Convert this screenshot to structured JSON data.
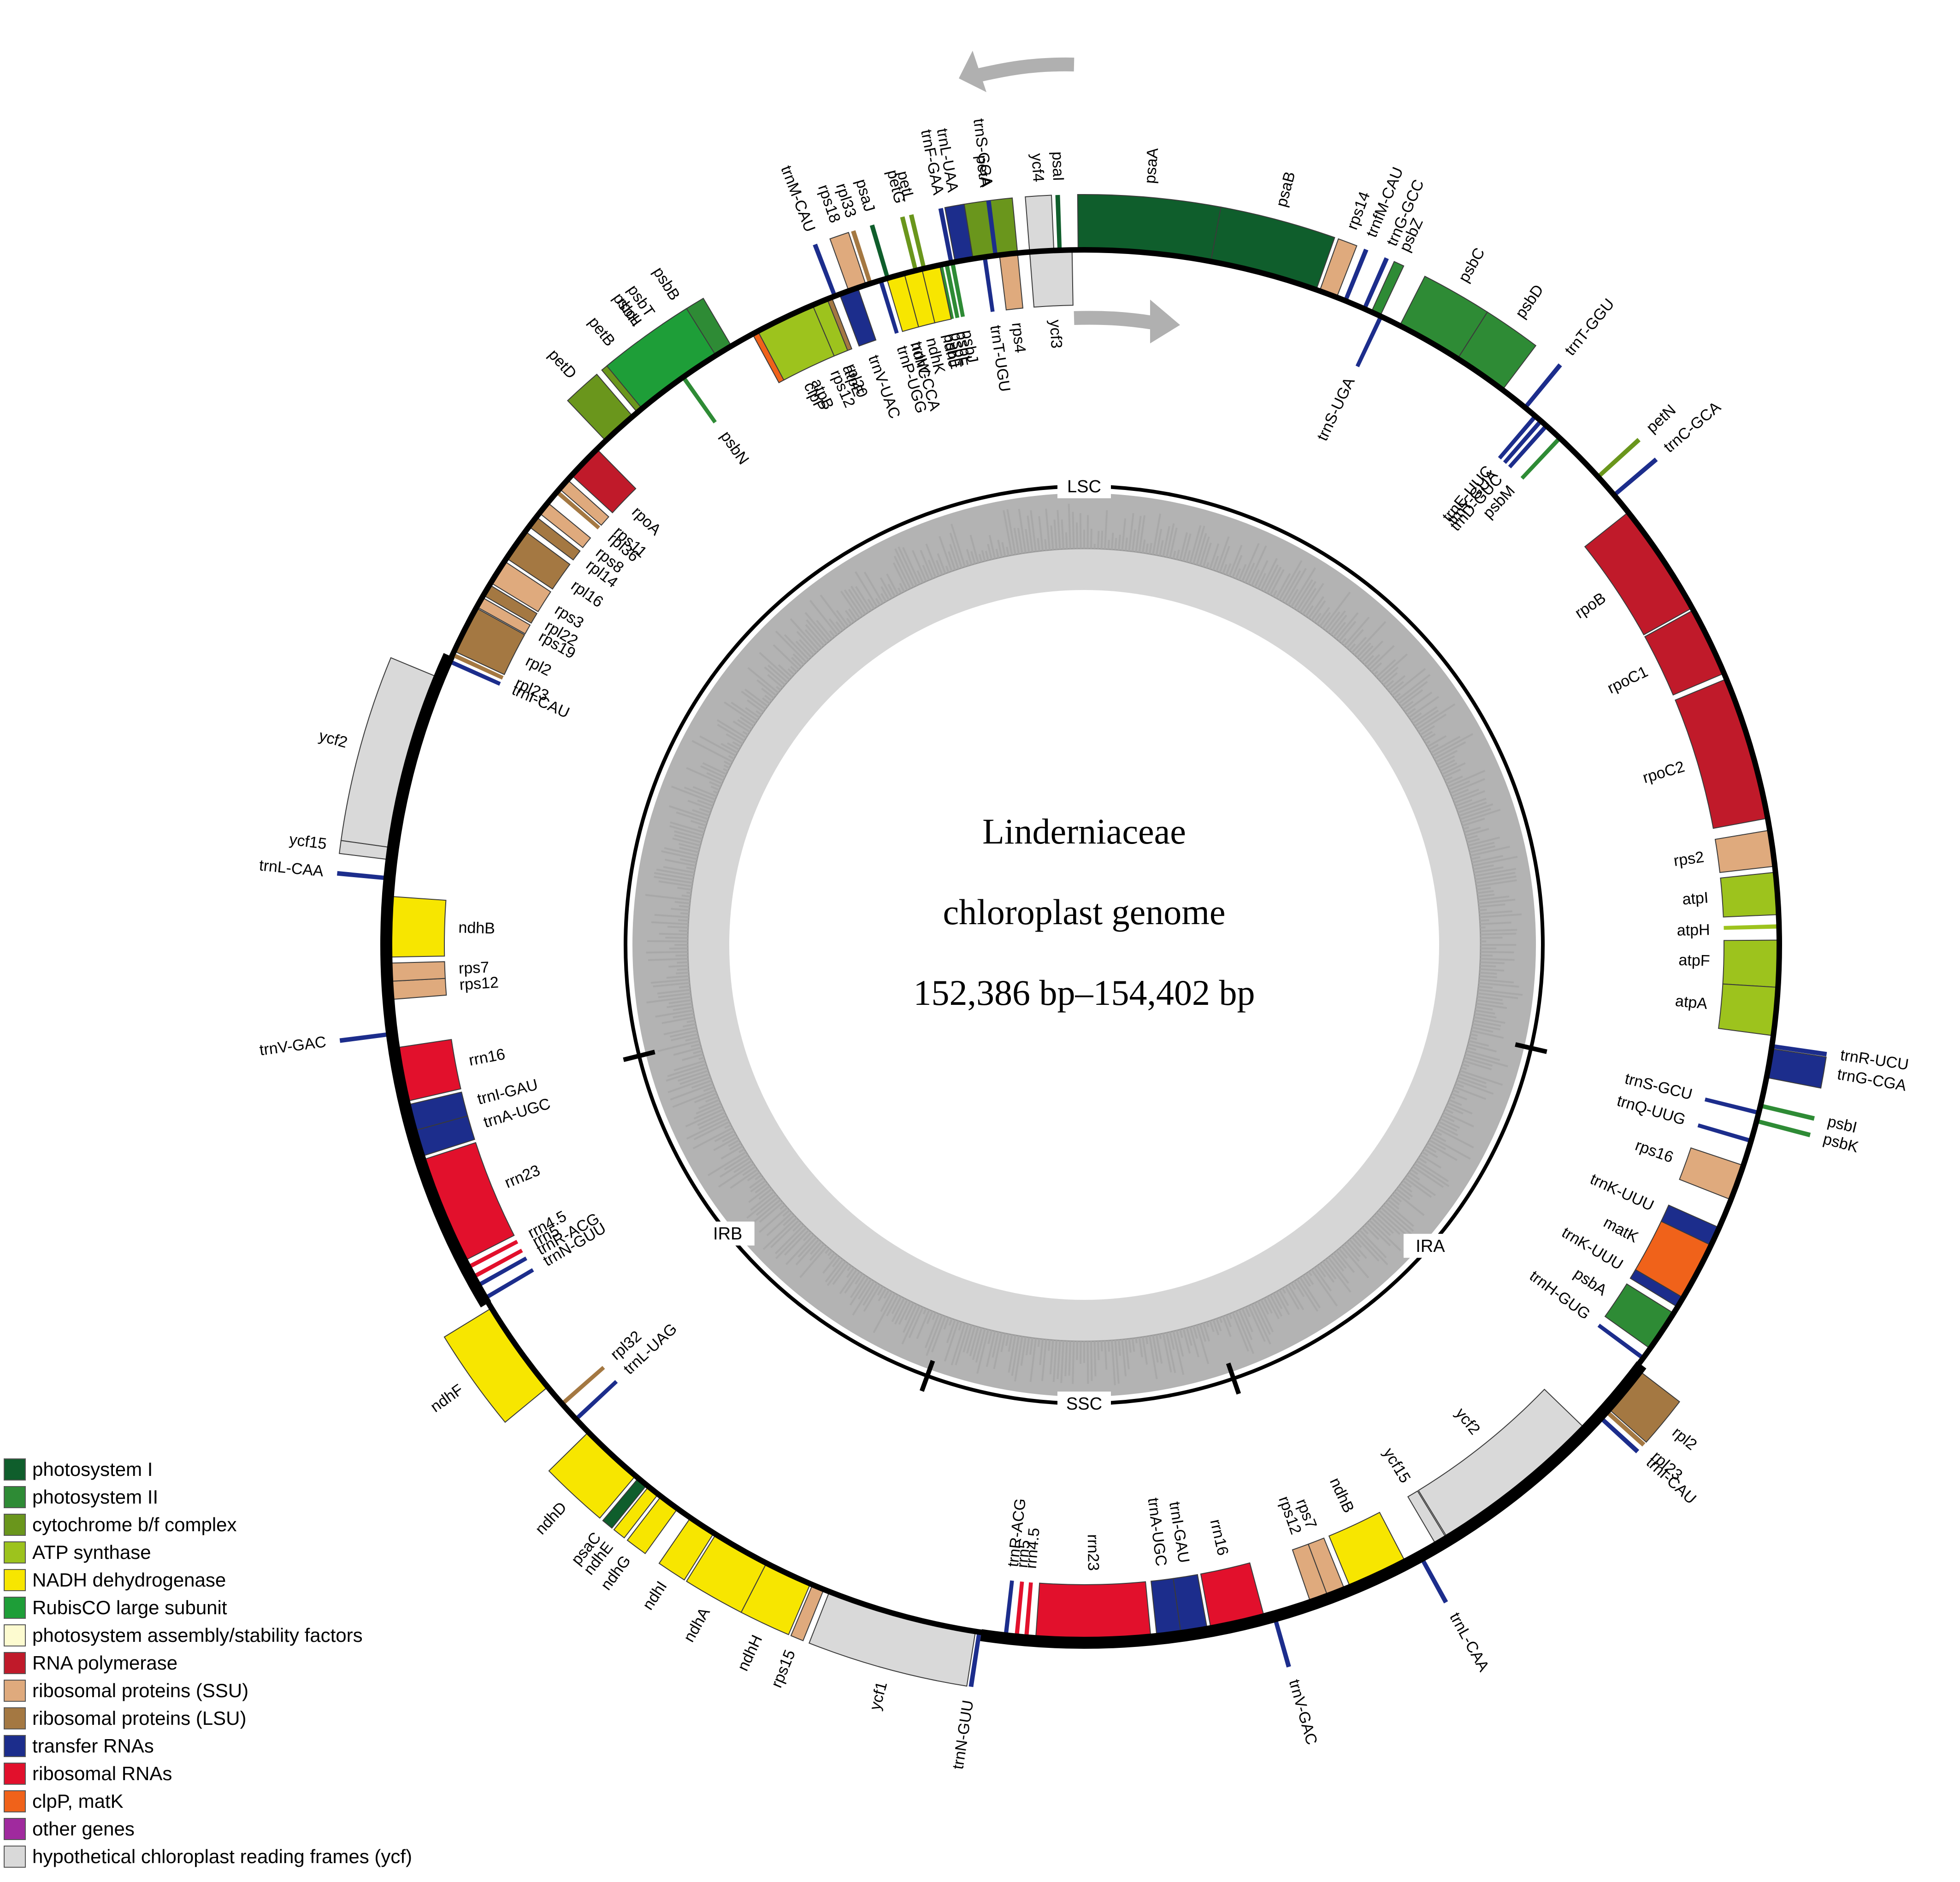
{
  "title": {
    "line1": "Linderniaceae",
    "line2": "chloroplast genome",
    "line3": "152,386 bp–154,402 bp"
  },
  "regions": {
    "lsc": "LSC",
    "ira": "IRA",
    "ssc": "SSC",
    "irb": "IRB"
  },
  "categories": [
    {
      "key": "ps1",
      "label": "photosystem I",
      "color": "#0f5e2c"
    },
    {
      "key": "ps2",
      "label": "photosystem II",
      "color": "#2e8b35"
    },
    {
      "key": "cyt",
      "label": "cytochrome b/f complex",
      "color": "#6a961c"
    },
    {
      "key": "atp",
      "label": "ATP synthase",
      "color": "#9dc31d"
    },
    {
      "key": "ndh",
      "label": "NADH dehydrogenase",
      "color": "#f7e600"
    },
    {
      "key": "rbc",
      "label": "RubisCO large subunit",
      "color": "#1e9e38"
    },
    {
      "key": "asm",
      "label": "photosystem assembly/stability factors",
      "color": "#fdfbd0"
    },
    {
      "key": "rpo",
      "label": "RNA polymerase",
      "color": "#c01a2a"
    },
    {
      "key": "ssu",
      "label": "ribosomal proteins (SSU)",
      "color": "#dfaa7d"
    },
    {
      "key": "lsu",
      "label": "ribosomal proteins (LSU)",
      "color": "#a47842"
    },
    {
      "key": "trna",
      "label": "transfer RNAs",
      "color": "#1c2d8c"
    },
    {
      "key": "rrna",
      "label": "ribosomal RNAs",
      "color": "#e2102c"
    },
    {
      "key": "clp",
      "label": "clpP, matK",
      "color": "#f0621a"
    },
    {
      "key": "other",
      "label": "other genes",
      "color": "#a02a9e"
    },
    {
      "key": "ycf",
      "label": "hypothetical chloroplast reading frames (ycf)",
      "color": "#d9d9d9"
    }
  ],
  "genes": [
    {
      "name": "psaA",
      "cat": "ps1",
      "side": "out",
      "a1": 359.5,
      "a2": 10.5
    },
    {
      "name": "psaB",
      "cat": "ps1",
      "side": "out",
      "a1": 10.5,
      "a2": 19.5
    },
    {
      "name": "rps14",
      "cat": "ssu",
      "side": "out",
      "a1": 19.8,
      "a2": 21.3
    },
    {
      "name": "trnfM-CAU",
      "cat": "trna",
      "side": "out",
      "a1": 21.9,
      "a2": 22.3
    },
    {
      "name": "trnG-GCC",
      "cat": "trna",
      "side": "out",
      "a1": 23.6,
      "a2": 23.9
    },
    {
      "name": "psbZ",
      "cat": "ps2",
      "side": "out",
      "a1": 24.4,
      "a2": 25.2
    },
    {
      "name": "trnS-UGA",
      "cat": "trna",
      "side": "in",
      "a1": 25.1,
      "a2": 25.4
    },
    {
      "name": "psbC",
      "cat": "ps2",
      "side": "out",
      "a1": 27.0,
      "a2": 32.5
    },
    {
      "name": "psbD",
      "cat": "ps2",
      "side": "out",
      "a1": 32.5,
      "a2": 37.0
    },
    {
      "name": "trnT-GGU",
      "cat": "trna",
      "side": "out",
      "a1": 39.2,
      "a2": 39.5
    },
    {
      "name": "trnE-UUC",
      "cat": "trna",
      "side": "in",
      "a1": 40.3,
      "a2": 40.6
    },
    {
      "name": "trnY-GUA",
      "cat": "trna",
      "side": "in",
      "a1": 40.9,
      "a2": 41.2
    },
    {
      "name": "trnD-GUC",
      "cat": "trna",
      "side": "in",
      "a1": 41.5,
      "a2": 41.8
    },
    {
      "name": "psbM",
      "cat": "ps2",
      "side": "in",
      "a1": 43.0,
      "a2": 43.4
    },
    {
      "name": "petN",
      "cat": "cyt",
      "side": "out",
      "a1": 47.5,
      "a2": 47.9
    },
    {
      "name": "trnC-GCA",
      "cat": "trna",
      "side": "out",
      "a1": 49.5,
      "a2": 49.8
    },
    {
      "name": "rpoB",
      "cat": "rpo",
      "side": "in",
      "a1": 51.5,
      "a2": 61.0
    },
    {
      "name": "rpoC1",
      "cat": "rpo",
      "side": "in",
      "a1": 61.2,
      "a2": 67.0
    },
    {
      "name": "rpoC2",
      "cat": "rpo",
      "side": "in",
      "a1": 67.5,
      "a2": 79.5
    },
    {
      "name": "rps2",
      "cat": "ssu",
      "side": "in",
      "a1": 80.5,
      "a2": 83.5
    },
    {
      "name": "atpI",
      "cat": "atp",
      "side": "in",
      "a1": 84.0,
      "a2": 87.5
    },
    {
      "name": "atpH",
      "cat": "atp",
      "side": "in",
      "a1": 88.3,
      "a2": 89.1
    },
    {
      "name": "atpF",
      "cat": "atp",
      "side": "in",
      "a1": 89.6,
      "a2": 93.5
    },
    {
      "name": "atpA",
      "cat": "atp",
      "side": "in",
      "a1": 93.5,
      "a2": 97.5
    },
    {
      "name": "trnR-UCU",
      "cat": "trna",
      "side": "out",
      "a1": 98.2,
      "a2": 98.5
    },
    {
      "name": "trnG-CGA",
      "cat": "trna",
      "side": "out",
      "a1": 98.6,
      "a2": 101.0
    },
    {
      "name": "psbI",
      "cat": "ps2",
      "side": "out",
      "a1": 103.2,
      "a2": 103.6
    },
    {
      "name": "trnS-GCU",
      "cat": "trna",
      "side": "in",
      "a1": 103.8,
      "a2": 104.1
    },
    {
      "name": "psbK",
      "cat": "ps2",
      "side": "out",
      "a1": 104.5,
      "a2": 105.0
    },
    {
      "name": "trnQ-UUG",
      "cat": "trna",
      "side": "in",
      "a1": 106.2,
      "a2": 106.5
    },
    {
      "name": "rps16",
      "cat": "ssu",
      "side": "in",
      "a1": 108.5,
      "a2": 111.5
    },
    {
      "name": "trnK-UUU",
      "cat": "trna",
      "side": "in",
      "a1": 114.0,
      "a2": 115.6
    },
    {
      "name": "matK",
      "cat": "clp",
      "side": "in",
      "a1": 115.6,
      "a2": 120.5
    },
    {
      "name": "trnK-UUU",
      "cat": "trna",
      "side": "in",
      "a1": 120.5,
      "a2": 121.4
    },
    {
      "name": "psbA",
      "cat": "ps2",
      "side": "in",
      "a1": 122.0,
      "a2": 125.5
    },
    {
      "name": "trnH-GUG",
      "cat": "trna",
      "side": "in",
      "a1": 126.3,
      "a2": 126.6
    },
    {
      "name": "rpl2",
      "cat": "lsu",
      "side": "out",
      "a1": 127.5,
      "a2": 131.5
    },
    {
      "name": "rpl23",
      "cat": "lsu",
      "side": "out",
      "a1": 131.6,
      "a2": 132.1
    },
    {
      "name": "trnI-CAU",
      "cat": "trna",
      "side": "out",
      "a1": 132.3,
      "a2": 132.6
    },
    {
      "name": "ycf2",
      "cat": "ycf",
      "side": "in",
      "a1": 134.0,
      "a2": 148.5
    },
    {
      "name": "ycf15",
      "cat": "ycf",
      "side": "in",
      "a1": 148.6,
      "a2": 149.6
    },
    {
      "name": "trnL-CAA",
      "cat": "trna",
      "side": "out",
      "a1": 151.0,
      "a2": 151.3
    },
    {
      "name": "ndhB",
      "cat": "ndh",
      "side": "in",
      "a1": 152.5,
      "a2": 157.5
    },
    {
      "name": "rps7",
      "cat": "ssu",
      "side": "in",
      "a1": 158.0,
      "a2": 159.5
    },
    {
      "name": "rps12",
      "cat": "ssu",
      "side": "in",
      "a1": 159.5,
      "a2": 161.0
    },
    {
      "name": "trnV-GAC",
      "cat": "trna",
      "side": "out",
      "a1": 164.0,
      "a2": 164.3
    },
    {
      "name": "rrn16",
      "cat": "rrna",
      "side": "in",
      "a1": 165.0,
      "a2": 169.5
    },
    {
      "name": "trnI-GAU",
      "cat": "trna",
      "side": "in",
      "a1": 169.8,
      "a2": 172.0
    },
    {
      "name": "trnA-UGC",
      "cat": "trna",
      "side": "in",
      "a1": 172.0,
      "a2": 174.0
    },
    {
      "name": "rrn23",
      "cat": "rrna",
      "side": "in",
      "a1": 174.5,
      "a2": 184.0
    },
    {
      "name": "rrn4.5",
      "cat": "rrna",
      "side": "in",
      "a1": 184.6,
      "a2": 185.0
    },
    {
      "name": "rrn5",
      "cat": "rrna",
      "side": "in",
      "a1": 185.4,
      "a2": 185.8
    },
    {
      "name": "trnR-ACG",
      "cat": "trna",
      "side": "in",
      "a1": 186.3,
      "a2": 186.6
    },
    {
      "name": "trnN-GUU",
      "cat": "trna",
      "side": "out",
      "a1": 188.5,
      "a2": 188.8
    },
    {
      "name": "ycf1",
      "cat": "ycf",
      "side": "out",
      "a1": 189.0,
      "a2": 201.5
    },
    {
      "name": "rps15",
      "cat": "ssu",
      "side": "out",
      "a1": 202.0,
      "a2": 203.0
    },
    {
      "name": "ndhH",
      "cat": "ndh",
      "side": "out",
      "a1": 203.2,
      "a2": 207.2
    },
    {
      "name": "ndhA",
      "cat": "ndh",
      "side": "out",
      "a1": 207.2,
      "a2": 212.0
    },
    {
      "name": "ndhI",
      "cat": "ndh",
      "side": "out",
      "a1": 212.2,
      "a2": 214.5
    },
    {
      "name": "ndhG",
      "cat": "ndh",
      "side": "out",
      "a1": 215.8,
      "a2": 217.5
    },
    {
      "name": "ndhE",
      "cat": "ndh",
      "side": "out",
      "a1": 217.8,
      "a2": 218.8
    },
    {
      "name": "psaC",
      "cat": "ps1",
      "side": "out",
      "a1": 219.0,
      "a2": 219.9
    },
    {
      "name": "ndhD",
      "cat": "ndh",
      "side": "out",
      "a1": 220.2,
      "a2": 225.5
    },
    {
      "name": "trnL-UAG",
      "cat": "trna",
      "side": "in",
      "a1": 226.8,
      "a2": 227.1
    },
    {
      "name": "rpl32",
      "cat": "lsu",
      "side": "in",
      "a1": 228.5,
      "a2": 229.0
    },
    {
      "name": "ndhF",
      "cat": "ndh",
      "side": "out",
      "a1": 230.5,
      "a2": 238.5
    },
    {
      "name": "trnN-GUU",
      "cat": "trna",
      "side": "in",
      "a1": 239.3,
      "a2": 239.6
    },
    {
      "name": "trnR-ACG",
      "cat": "trna",
      "side": "in",
      "a1": 240.5,
      "a2": 240.8
    },
    {
      "name": "rrn5",
      "cat": "rrna",
      "side": "in",
      "a1": 241.3,
      "a2": 241.7
    },
    {
      "name": "rrn4.5",
      "cat": "rrna",
      "side": "in",
      "a1": 242.2,
      "a2": 242.6
    },
    {
      "name": "rrn23",
      "cat": "rrna",
      "side": "in",
      "a1": 243.0,
      "a2": 252.0
    },
    {
      "name": "trnA-UGC",
      "cat": "trna",
      "side": "in",
      "a1": 252.3,
      "a2": 254.5
    },
    {
      "name": "trnI-GAU",
      "cat": "trna",
      "side": "in",
      "a1": 254.5,
      "a2": 256.7
    },
    {
      "name": "rrn16",
      "cat": "rrna",
      "side": "in",
      "a1": 257.0,
      "a2": 261.5
    },
    {
      "name": "trnV-GAC",
      "cat": "trna",
      "side": "out",
      "a1": 262.5,
      "a2": 262.8
    },
    {
      "name": "rps12",
      "cat": "ssu",
      "side": "in",
      "a1": 265.5,
      "a2": 267.0
    },
    {
      "name": "rps7",
      "cat": "ssu",
      "side": "in",
      "a1": 267.0,
      "a2": 268.5
    },
    {
      "name": "ndhB",
      "cat": "ndh",
      "side": "in",
      "a1": 269.0,
      "a2": 274.0
    },
    {
      "name": "trnL-CAA",
      "cat": "trna",
      "side": "out",
      "a1": 275.3,
      "a2": 275.6
    },
    {
      "name": "ycf15",
      "cat": "ycf",
      "side": "out",
      "a1": 277.0,
      "a2": 278.0
    },
    {
      "name": "ycf2",
      "cat": "ycf",
      "side": "out",
      "a1": 278.0,
      "a2": 292.5
    },
    {
      "name": "trnI-CAU",
      "cat": "trna",
      "side": "in",
      "a1": 293.9,
      "a2": 294.2
    },
    {
      "name": "rpl23",
      "cat": "lsu",
      "side": "in",
      "a1": 294.5,
      "a2": 295.0
    },
    {
      "name": "rpl2",
      "cat": "lsu",
      "side": "in",
      "a1": 295.0,
      "a2": 299.0
    },
    {
      "name": "rps19",
      "cat": "ssu",
      "side": "in",
      "a1": 299.1,
      "a2": 300.0
    },
    {
      "name": "rpl22",
      "cat": "lsu",
      "side": "in",
      "a1": 300.2,
      "a2": 301.2
    },
    {
      "name": "rps3",
      "cat": "ssu",
      "side": "in",
      "a1": 301.4,
      "a2": 303.5
    },
    {
      "name": "rpl16",
      "cat": "lsu",
      "side": "in",
      "a1": 303.8,
      "a2": 306.5
    },
    {
      "name": "rpl14",
      "cat": "lsu",
      "side": "in",
      "a1": 307.0,
      "a2": 308.0
    },
    {
      "name": "rps8",
      "cat": "ssu",
      "side": "in",
      "a1": 308.4,
      "a2": 309.5
    },
    {
      "name": "rpl36",
      "cat": "lsu",
      "side": "in",
      "a1": 310.5,
      "a2": 310.9
    },
    {
      "name": "rps11",
      "cat": "ssu",
      "side": "in",
      "a1": 311.0,
      "a2": 312.0
    },
    {
      "name": "rpoA",
      "cat": "rpo",
      "side": "in",
      "a1": 312.5,
      "a2": 315.5
    },
    {
      "name": "petD",
      "cat": "cyt",
      "side": "out",
      "a1": 316.5,
      "a2": 319.5
    },
    {
      "name": "petB",
      "cat": "cyt",
      "side": "out",
      "a1": 320.0,
      "a2": 323.5
    },
    {
      "name": "psbH",
      "cat": "ps2",
      "side": "out",
      "a1": 324.0,
      "a2": 324.4
    },
    {
      "name": "psbN",
      "cat": "ps2",
      "side": "in",
      "a1": 324.6,
      "a2": 325.0
    },
    {
      "name": "psbT",
      "cat": "ps2",
      "side": "out",
      "a1": 325.2,
      "a2": 325.6
    },
    {
      "name": "psbB",
      "cat": "ps2",
      "side": "out",
      "a1": 325.8,
      "a2": 329.5
    },
    {
      "name": "clpP",
      "cat": "clp",
      "side": "in",
      "a1": 331.5,
      "a2": 336.0
    },
    {
      "name": "rps12",
      "cat": "ssu",
      "side": "in",
      "a1": 336.2,
      "a2": 336.7
    },
    {
      "name": "rpl20",
      "cat": "lsu",
      "side": "in",
      "a1": 337.2,
      "a2": 338.7
    },
    {
      "name": "rps18",
      "cat": "ssu",
      "side": "out",
      "a1": 340.2,
      "a2": 341.7
    },
    {
      "name": "rpl33",
      "cat": "lsu",
      "side": "out",
      "a1": 341.9,
      "a2": 342.5
    },
    {
      "name": "trnP-UGG",
      "cat": "trna",
      "side": "in",
      "a1": 342.8,
      "a2": 343.1
    },
    {
      "name": "psaJ",
      "cat": "ps1",
      "side": "out",
      "a1": 343.4,
      "a2": 343.9
    },
    {
      "name": "trnW-CCA",
      "cat": "trna",
      "side": "in",
      "a1": 344.2,
      "a2": 344.5
    },
    {
      "name": "petG",
      "cat": "cyt",
      "side": "out",
      "a1": 345.8,
      "a2": 346.2
    },
    {
      "name": "petL",
      "cat": "cyt",
      "side": "out",
      "a1": 346.5,
      "a2": 346.9
    },
    {
      "name": "psbE",
      "cat": "ps2",
      "side": "in",
      "a1": 347.2,
      "a2": 347.6
    },
    {
      "name": "psbF",
      "cat": "ps2",
      "side": "in",
      "a1": 347.9,
      "a2": 348.2
    },
    {
      "name": "psbL",
      "cat": "ps2",
      "side": "in",
      "a1": 348.4,
      "a2": 348.7
    },
    {
      "name": "psbJ",
      "cat": "ps2",
      "side": "in",
      "a1": 348.9,
      "a2": 349.3
    },
    {
      "name": "petA",
      "cat": "cyt",
      "side": "out",
      "a1": 350.5,
      "a2": 354.5
    },
    {
      "name": "ycf4",
      "cat": "ycf",
      "side": "out",
      "a1": 355.5,
      "a2": 357.5
    },
    {
      "name": "psaI",
      "cat": "ps1",
      "side": "out",
      "a1": 357.8,
      "a2": 358.2
    },
    {
      "name": "rbcL",
      "cat": "rbc",
      "side": "out",
      "a1": 320.5,
      "a2": 328.0
    },
    {
      "name": "atpB",
      "cat": "atp",
      "side": "in",
      "a1": 332.0,
      "a2": 337.0
    },
    {
      "name": "atpE",
      "cat": "atp",
      "side": "in",
      "a1": 337.0,
      "a2": 338.3
    },
    {
      "name": "trnM-CAU",
      "cat": "trna",
      "side": "out",
      "a1": 338.8,
      "a2": 339.1
    },
    {
      "name": "trnV-UAC",
      "cat": "trna",
      "side": "in",
      "a1": 339.4,
      "a2": 341.0
    },
    {
      "name": "ndhC",
      "cat": "ndh",
      "side": "in",
      "a1": 343.5,
      "a2": 345.0
    },
    {
      "name": "ndhK",
      "cat": "ndh",
      "side": "in",
      "a1": 345.0,
      "a2": 346.5
    },
    {
      "name": "ndhJ",
      "cat": "ndh",
      "side": "in",
      "a1": 346.5,
      "a2": 348.0
    },
    {
      "name": "trnF-GAA",
      "cat": "trna",
      "side": "out",
      "a1": 348.8,
      "a2": 349.1
    },
    {
      "name": "trnL-UAA",
      "cat": "trna",
      "side": "out",
      "a1": 349.3,
      "a2": 350.8
    },
    {
      "name": "trnT-UGU",
      "cat": "trna",
      "side": "in",
      "a1": 351.6,
      "a2": 351.9
    },
    {
      "name": "trnS-GGA",
      "cat": "trna",
      "side": "out",
      "a1": 352.5,
      "a2": 352.8
    },
    {
      "name": "rps4",
      "cat": "ssu",
      "side": "in",
      "a1": 353.0,
      "a2": 354.5
    },
    {
      "name": "ycf3",
      "cat": "ycf",
      "side": "in",
      "a1": 355.5,
      "a2": 359.0
    }
  ]
}
